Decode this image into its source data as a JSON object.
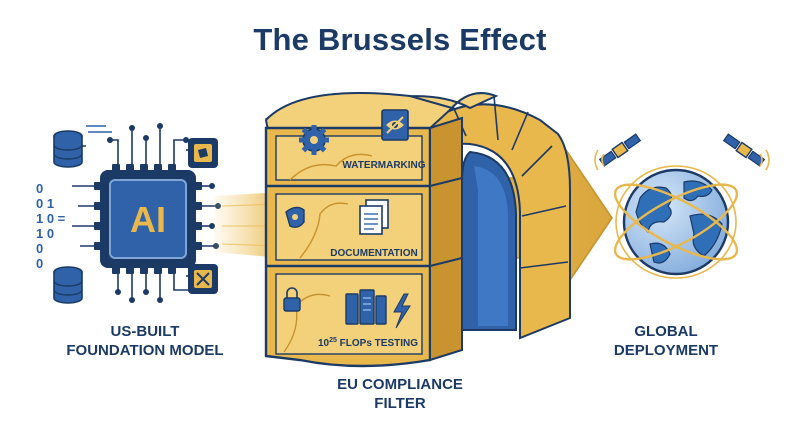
{
  "title": "The Brussels Effect",
  "source": {
    "chip_label": "AI",
    "label_line1": "US-BUILT",
    "label_line2": "FOUNDATION MODEL",
    "binary_rows": [
      "0",
      "0 1",
      "1 0 =",
      "1 0",
      "0",
      "0"
    ]
  },
  "filter": {
    "panels": [
      {
        "label": "WATERMARKING",
        "icon": "eye-slash-icon",
        "side_icon": "gear-icon"
      },
      {
        "label": "DOCUMENTATION",
        "icon": "documents-icon",
        "side_icon": "shield-icon"
      },
      {
        "label_prefix": "10",
        "label_sup": "25",
        "label_rest": " FLOPs TESTING",
        "icon": "server-icon",
        "extra_icon": "lightning-icon",
        "side_icon": "lock-icon"
      }
    ],
    "label_line1": "EU COMPLIANCE",
    "label_line2": "FILTER"
  },
  "target": {
    "label_line1": "GLOBAL",
    "label_line2": "DEPLOYMENT",
    "icons": [
      "satellite-icon",
      "satellite-icon",
      "globe-icon"
    ]
  },
  "colors": {
    "navy": "#1c3a66",
    "blue": "#2f62a8",
    "gold": "#e8b84d",
    "gold_light": "#f3d17a",
    "gold_dark": "#c9932f",
    "ocean": "#8fb8e6",
    "land": "#2f6fb8"
  }
}
